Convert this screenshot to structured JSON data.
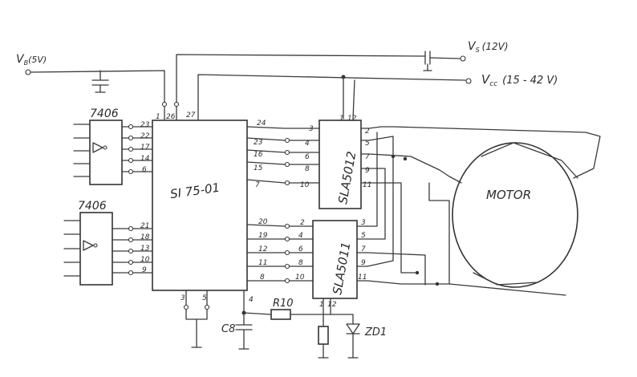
{
  "schematic": {
    "supplies": {
      "vb": "V",
      "vb_sub": "B",
      "vb_value": "(5V)",
      "vs": "V",
      "vs_sub": "S",
      "vs_value": "(12V)",
      "vcc": "V",
      "vcc_sub": "cc",
      "vcc_value": "(15 - 42 V)"
    },
    "chips": {
      "buffer_top": "7406",
      "buffer_bottom": "7406",
      "controller": "SI 75-01",
      "driver_top": "SLA5012",
      "driver_bottom": "SLA5011",
      "motor": "MOTOR"
    },
    "parts": {
      "cap": "C8",
      "resistor": "R10",
      "zener": "ZD1"
    },
    "pins": {
      "buf_top": [
        "23",
        "22",
        "17",
        "14",
        "6"
      ],
      "buf_bottom": [
        "21",
        "18",
        "13",
        "10",
        "9"
      ],
      "ctrl_top": [
        "1",
        "26",
        "27"
      ],
      "ctrl_right_top": [
        "24",
        "23",
        "16",
        "15",
        "7"
      ],
      "ctrl_right_bottom": [
        "20",
        "19",
        "12",
        "11",
        "8"
      ],
      "ctrl_bottom": [
        "3",
        "5",
        "4"
      ],
      "drv_top_top": [
        "1",
        "12"
      ],
      "drv_top_left": [
        "3",
        "4",
        "6",
        "8",
        "10"
      ],
      "drv_top_right": [
        "2",
        "5",
        "7",
        "9",
        "11"
      ],
      "drv_bot_left": [
        "2",
        "4",
        "6",
        "8",
        "10"
      ],
      "drv_bot_right": [
        "3",
        "5",
        "7",
        "9",
        "11"
      ],
      "drv_bot_bottom": [
        "1",
        "12"
      ]
    }
  }
}
